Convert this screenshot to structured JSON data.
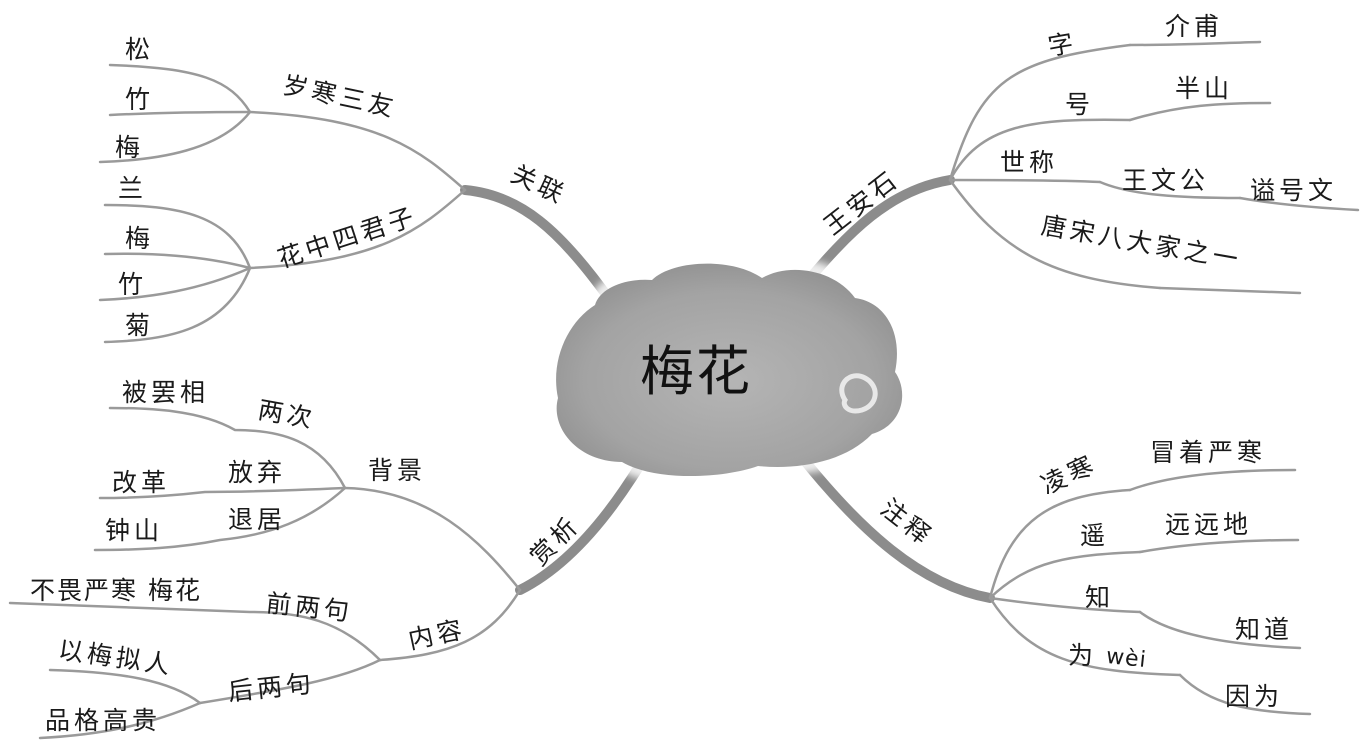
{
  "center": {
    "title": "梅花"
  },
  "branches": {
    "guanlian": {
      "label": "关联",
      "suihan": {
        "label": "岁寒三友",
        "leaves": [
          "松",
          "竹",
          "梅"
        ]
      },
      "junzi": {
        "label": "花中四君子",
        "leaves": [
          "兰",
          "梅",
          "竹",
          "菊"
        ]
      }
    },
    "wanganshi": {
      "label": "王安石",
      "zi": {
        "label": "字",
        "value": "介甫"
      },
      "hao": {
        "label": "号",
        "value": "半山"
      },
      "shicheng": {
        "label": "世称",
        "value": "王文公",
        "extra": "谥号文"
      },
      "tangsong": {
        "label": "唐宋八大家之一"
      }
    },
    "shangxi": {
      "label": "赏析",
      "beijing": {
        "label": "背景",
        "items": [
          {
            "label": "两次",
            "value": "被罢相"
          },
          {
            "label": "放弃",
            "value": "改革"
          },
          {
            "label": "退居",
            "value": "钟山"
          }
        ]
      },
      "neirong": {
        "label": "内容",
        "items": [
          {
            "label": "前两句",
            "value": "不畏严寒 梅花"
          },
          {
            "label": "后两句",
            "values": [
              "以梅拟人",
              "品格高贵"
            ]
          }
        ]
      }
    },
    "zhushi": {
      "label": "注释",
      "items": [
        {
          "label": "凌寒",
          "value": "冒着严寒"
        },
        {
          "label": "遥",
          "value": "远远地"
        },
        {
          "label": "知",
          "value": "知道"
        },
        {
          "label": "为",
          "pinyin": "wèi",
          "value": "因为"
        }
      ]
    }
  }
}
